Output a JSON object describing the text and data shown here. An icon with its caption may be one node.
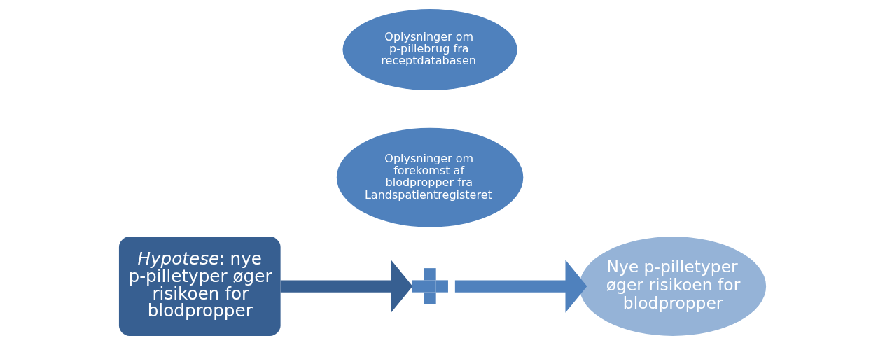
{
  "diagram": {
    "nodes": [
      {
        "text": [
          "*Hypotese*: nye p-pilletyper øger risikoen for blodpropper"
        ]
      },
      {
        "text": [
          "Oplysninger om p-pillebrug fra receptdatabasen"
        ]
      },
      {
        "text": [],
        "shape": "plus"
      },
      {
        "text": [
          "Oplysninger om forekomst af blodpropper fra Landspatientregisteret"
        ]
      },
      {
        "text": [
          "Nye p-pilletyper øger risikoen for blodpropper"
        ]
      }
    ],
    "edges": [
      {
        "from": 0,
        "to": 2,
        "arrow": "to",
        "color": "#375f91"
      },
      {
        "from": 2,
        "to": 4,
        "arrow": "to"
      }
    ]
  }
}
